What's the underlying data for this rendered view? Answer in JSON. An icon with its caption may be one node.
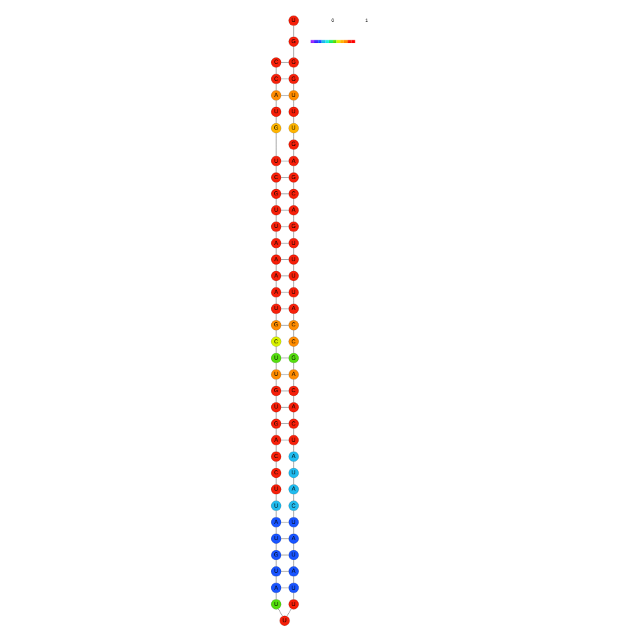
{
  "diagram": {
    "nodes": [
      {
        "text": [
          "C"
        ]
      },
      {
        "text": [
          "C"
        ]
      },
      {
        "text": [
          "A"
        ]
      },
      {
        "text": [
          "U"
        ]
      },
      {
        "text": [
          "G"
        ]
      },
      {
        "text": [
          "U"
        ]
      },
      {
        "text": [
          "C"
        ]
      },
      {
        "text": [
          "G"
        ]
      },
      {
        "text": [
          "U"
        ]
      },
      {
        "text": [
          "U"
        ]
      },
      {
        "text": [
          "A"
        ]
      },
      {
        "text": [
          "A"
        ]
      },
      {
        "text": [
          "A"
        ]
      },
      {
        "text": [
          "A"
        ]
      },
      {
        "text": [
          "U"
        ]
      },
      {
        "text": [
          "G"
        ]
      },
      {
        "text": [
          "C"
        ]
      },
      {
        "text": [
          "U"
        ]
      },
      {
        "text": [
          "U"
        ]
      },
      {
        "text": [
          "G"
        ]
      },
      {
        "text": [
          "U"
        ]
      },
      {
        "text": [
          "G"
        ]
      },
      {
        "text": [
          "A"
        ]
      },
      {
        "text": [
          "C"
        ]
      },
      {
        "text": [
          "C"
        ]
      },
      {
        "text": [
          "U"
        ]
      },
      {
        "text": [
          "U"
        ]
      },
      {
        "text": [
          "A"
        ]
      },
      {
        "text": [
          "U"
        ]
      },
      {
        "text": [
          "G"
        ]
      },
      {
        "text": [
          "U"
        ]
      },
      {
        "text": [
          "A"
        ]
      },
      {
        "text": [
          "U"
        ]
      },
      {
        "text": [
          "U"
        ]
      },
      {
        "text": [
          "U"
        ]
      },
      {
        "text": [
          "U"
        ]
      },
      {
        "text": [
          "A"
        ]
      },
      {
        "text": [
          "U"
        ]
      },
      {
        "text": [
          "A"
        ]
      },
      {
        "text": [
          "U"
        ]
      },
      {
        "text": [
          "C"
        ]
      },
      {
        "text": [
          "A"
        ]
      },
      {
        "text": [
          "U"
        ]
      },
      {
        "text": [
          "A"
        ]
      },
      {
        "text": [
          "U"
        ]
      },
      {
        "text": [
          "C"
        ]
      },
      {
        "text": [
          "A"
        ]
      },
      {
        "text": [
          "C"
        ]
      },
      {
        "text": [
          "A"
        ]
      },
      {
        "text": [
          "G"
        ]
      },
      {
        "text": [
          "C"
        ]
      },
      {
        "text": [
          "C"
        ]
      },
      {
        "text": [
          "A"
        ]
      },
      {
        "text": [
          "U"
        ]
      },
      {
        "text": [
          "U"
        ]
      },
      {
        "text": [
          "U"
        ]
      },
      {
        "text": [
          "U"
        ]
      },
      {
        "text": [
          "G"
        ]
      },
      {
        "text": [
          "A"
        ]
      },
      {
        "text": [
          "C"
        ]
      },
      {
        "text": [
          "G"
        ]
      },
      {
        "text": [
          "A"
        ]
      },
      {
        "text": [
          "G"
        ]
      },
      {
        "text": [
          "U"
        ]
      },
      {
        "text": [
          "U"
        ]
      },
      {
        "text": [
          "U"
        ]
      },
      {
        "text": [
          "G"
        ]
      },
      {
        "text": [
          "G"
        ]
      },
      {
        "text": [
          "G"
        ]
      },
      {
        "text": [
          "U"
        ]
      }
    ],
    "edges": [
      {
        "from": 0,
        "to": 1,
        "arrow": "none"
      },
      {
        "from": 1,
        "to": 2,
        "arrow": "none"
      },
      {
        "from": 2,
        "to": 3,
        "arrow": "none"
      },
      {
        "from": 3,
        "to": 4,
        "arrow": "none"
      },
      {
        "from": 4,
        "to": 5,
        "arrow": "none"
      },
      {
        "from": 5,
        "to": 6,
        "arrow": "none"
      },
      {
        "from": 6,
        "to": 7,
        "arrow": "none"
      },
      {
        "from": 7,
        "to": 8,
        "arrow": "none"
      },
      {
        "from": 8,
        "to": 9,
        "arrow": "none"
      },
      {
        "from": 9,
        "to": 10,
        "arrow": "none"
      },
      {
        "from": 10,
        "to": 11,
        "arrow": "none"
      },
      {
        "from": 11,
        "to": 12,
        "arrow": "none"
      },
      {
        "from": 12,
        "to": 13,
        "arrow": "none"
      },
      {
        "from": 13,
        "to": 14,
        "arrow": "none"
      },
      {
        "from": 14,
        "to": 15,
        "arrow": "none"
      },
      {
        "from": 15,
        "to": 16,
        "arrow": "none"
      },
      {
        "from": 16,
        "to": 17,
        "arrow": "none"
      },
      {
        "from": 17,
        "to": 18,
        "arrow": "none"
      },
      {
        "from": 18,
        "to": 19,
        "arrow": "none"
      },
      {
        "from": 19,
        "to": 20,
        "arrow": "none"
      },
      {
        "from": 20,
        "to": 21,
        "arrow": "none"
      },
      {
        "from": 21,
        "to": 22,
        "arrow": "none"
      },
      {
        "from": 22,
        "to": 23,
        "arrow": "none"
      },
      {
        "from": 23,
        "to": 24,
        "arrow": "none"
      },
      {
        "from": 24,
        "to": 25,
        "arrow": "none"
      },
      {
        "from": 25,
        "to": 26,
        "arrow": "none"
      },
      {
        "from": 26,
        "to": 27,
        "arrow": "none"
      },
      {
        "from": 27,
        "to": 28,
        "arrow": "none"
      },
      {
        "from": 28,
        "to": 29,
        "arrow": "none"
      },
      {
        "from": 29,
        "to": 30,
        "arrow": "none"
      },
      {
        "from": 30,
        "to": 31,
        "arrow": "none"
      },
      {
        "from": 31,
        "to": 32,
        "arrow": "none"
      },
      {
        "from": 32,
        "to": 33,
        "arrow": "none"
      },
      {
        "from": 33,
        "to": 34,
        "arrow": "none"
      },
      {
        "from": 34,
        "to": 35,
        "arrow": "none"
      },
      {
        "from": 35,
        "to": 36,
        "arrow": "none"
      },
      {
        "from": 36,
        "to": 37,
        "arrow": "none"
      },
      {
        "from": 37,
        "to": 38,
        "arrow": "none"
      },
      {
        "from": 38,
        "to": 39,
        "arrow": "none"
      },
      {
        "from": 39,
        "to": 40,
        "arrow": "none"
      },
      {
        "from": 40,
        "to": 41,
        "arrow": "none"
      },
      {
        "from": 41,
        "to": 42,
        "arrow": "none"
      },
      {
        "from": 42,
        "to": 43,
        "arrow": "none"
      },
      {
        "from": 43,
        "to": 44,
        "arrow": "none"
      },
      {
        "from": 44,
        "to": 45,
        "arrow": "none"
      },
      {
        "from": 45,
        "to": 46,
        "arrow": "none"
      },
      {
        "from": 46,
        "to": 47,
        "arrow": "none"
      },
      {
        "from": 47,
        "to": 48,
        "arrow": "none"
      },
      {
        "from": 48,
        "to": 49,
        "arrow": "none"
      },
      {
        "from": 49,
        "to": 50,
        "arrow": "none"
      },
      {
        "from": 50,
        "to": 51,
        "arrow": "none"
      },
      {
        "from": 51,
        "to": 52,
        "arrow": "none"
      },
      {
        "from": 52,
        "to": 53,
        "arrow": "none"
      },
      {
        "from": 53,
        "to": 54,
        "arrow": "none"
      },
      {
        "from": 54,
        "to": 55,
        "arrow": "none"
      },
      {
        "from": 55,
        "to": 56,
        "arrow": "none"
      },
      {
        "from": 56,
        "to": 57,
        "arrow": "none"
      },
      {
        "from": 57,
        "to": 58,
        "arrow": "none"
      },
      {
        "from": 58,
        "to": 59,
        "arrow": "none"
      },
      {
        "from": 59,
        "to": 60,
        "arrow": "none"
      },
      {
        "from": 60,
        "to": 61,
        "arrow": "none"
      },
      {
        "from": 61,
        "to": 62,
        "arrow": "none"
      },
      {
        "from": 62,
        "to": 63,
        "arrow": "none"
      },
      {
        "from": 63,
        "to": 64,
        "arrow": "none"
      },
      {
        "from": 64,
        "to": 65,
        "arrow": "none"
      },
      {
        "from": 65,
        "to": 66,
        "arrow": "none"
      },
      {
        "from": 66,
        "to": 67,
        "arrow": "none"
      },
      {
        "from": 67,
        "to": 68,
        "arrow": "none"
      },
      {
        "from": 68,
        "to": 69,
        "arrow": "none"
      },
      {
        "from": 0,
        "to": 67,
        "arrow": "none"
      },
      {
        "from": 1,
        "to": 66,
        "arrow": "none"
      },
      {
        "from": 2,
        "to": 65,
        "arrow": "none"
      },
      {
        "from": 5,
        "to": 61,
        "arrow": "none"
      },
      {
        "from": 6,
        "to": 60,
        "arrow": "none"
      },
      {
        "from": 7,
        "to": 59,
        "arrow": "none"
      },
      {
        "from": 8,
        "to": 58,
        "arrow": "none"
      },
      {
        "from": 9,
        "to": 57,
        "arrow": "none"
      },
      {
        "from": 10,
        "to": 56,
        "arrow": "none"
      },
      {
        "from": 11,
        "to": 55,
        "arrow": "none"
      },
      {
        "from": 12,
        "to": 54,
        "arrow": "none"
      },
      {
        "from": 13,
        "to": 53,
        "arrow": "none"
      },
      {
        "from": 14,
        "to": 52,
        "arrow": "none"
      },
      {
        "from": 15,
        "to": 51,
        "arrow": "none"
      },
      {
        "from": 17,
        "to": 49,
        "arrow": "none"
      },
      {
        "from": 18,
        "to": 48,
        "arrow": "none"
      },
      {
        "from": 19,
        "to": 47,
        "arrow": "none"
      },
      {
        "from": 20,
        "to": 46,
        "arrow": "none"
      },
      {
        "from": 21,
        "to": 45,
        "arrow": "none"
      },
      {
        "from": 22,
        "to": 44,
        "arrow": "none"
      },
      {
        "from": 27,
        "to": 39,
        "arrow": "none"
      },
      {
        "from": 28,
        "to": 38,
        "arrow": "none"
      },
      {
        "from": 29,
        "to": 37,
        "arrow": "none"
      },
      {
        "from": 30,
        "to": 36,
        "arrow": "none"
      },
      {
        "from": 31,
        "to": 35,
        "arrow": "none"
      }
    ],
    "labels": [
      "0",
      "1"
    ]
  }
}
